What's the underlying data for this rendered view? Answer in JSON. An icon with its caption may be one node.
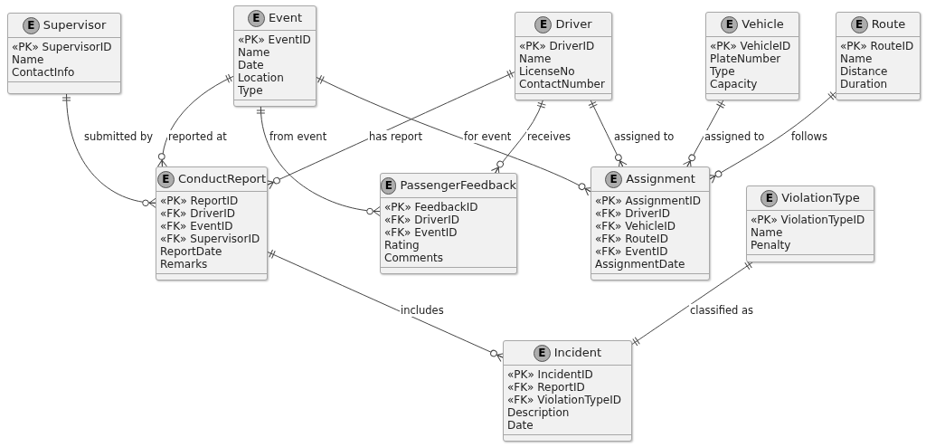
{
  "diagram": {
    "nodes": [
      {
        "text": [
          "E",
          "Supervisor",
          "«PK» SupervisorID",
          "Name",
          "ContactInfo"
        ]
      },
      {
        "text": [
          "E",
          "Event",
          "«PK» EventID",
          "Name",
          "Date",
          "Location",
          "Type"
        ]
      },
      {
        "text": [
          "E",
          "Driver",
          "«PK» DriverID",
          "Name",
          "LicenseNo",
          "ContactNumber"
        ]
      },
      {
        "text": [
          "E",
          "Vehicle",
          "«PK» VehicleID",
          "PlateNumber",
          "Type",
          "Capacity"
        ]
      },
      {
        "text": [
          "E",
          "Route",
          "«PK» RouteID",
          "Name",
          "Distance",
          "Duration"
        ]
      },
      {
        "text": [
          "E",
          "ConductReport",
          "«PK» ReportID",
          "«FK» DriverID",
          "«FK» EventID",
          "«FK» SupervisorID",
          "ReportDate",
          "Remarks"
        ]
      },
      {
        "text": [
          "E",
          "PassengerFeedback",
          "«PK» FeedbackID",
          "«FK» DriverID",
          "«FK» EventID",
          "Rating",
          "Comments"
        ]
      },
      {
        "text": [
          "E",
          "Assignment",
          "«PK» AssignmentID",
          "«FK» DriverID",
          "«FK» VehicleID",
          "«FK» RouteID",
          "«FK» EventID",
          "AssignmentDate"
        ]
      },
      {
        "text": [
          "E",
          "ViolationType",
          "«PK» ViolationTypeID",
          "Name",
          "Penalty"
        ]
      },
      {
        "text": [
          "E",
          "Incident",
          "«PK» IncidentID",
          "«FK» ReportID",
          "«FK» ViolationTypeID",
          "Description",
          "Date"
        ]
      }
    ],
    "edges": [
      {
        "from": 0,
        "to": 5,
        "arrow": "other",
        "label": "submitted by"
      },
      {
        "from": 1,
        "to": 5,
        "arrow": "other",
        "label": "reported at"
      },
      {
        "from": 1,
        "to": 6,
        "arrow": "other",
        "label": "from event"
      },
      {
        "from": 2,
        "to": 5,
        "arrow": "other",
        "label": "has report"
      },
      {
        "from": 1,
        "to": 7,
        "arrow": "other",
        "label": "for event"
      },
      {
        "from": 2,
        "to": 6,
        "arrow": "other",
        "label": "receives"
      },
      {
        "from": 2,
        "to": 7,
        "arrow": "other",
        "label": "assigned to"
      },
      {
        "from": 3,
        "to": 7,
        "arrow": "other",
        "label": "assigned to"
      },
      {
        "from": 4,
        "to": 7,
        "arrow": "other",
        "label": "follows"
      },
      {
        "from": 5,
        "to": 9,
        "arrow": "other",
        "label": "includes"
      },
      {
        "from": 8,
        "to": 9,
        "arrow": "other",
        "label": "classified as"
      }
    ]
  }
}
